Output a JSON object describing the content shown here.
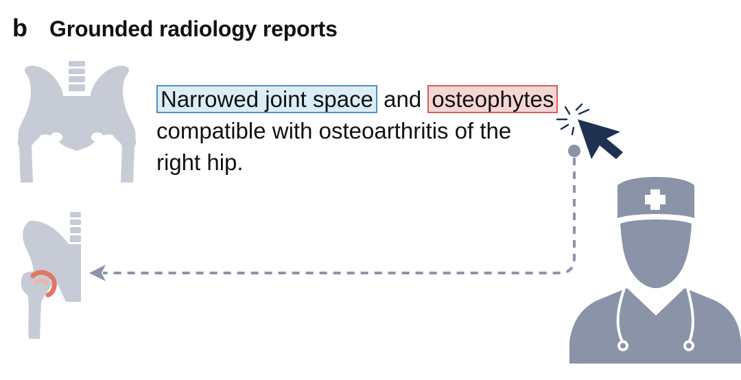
{
  "panel": {
    "letter": "b",
    "title": "Grounded radiology reports"
  },
  "report": {
    "phrase_1": "Narrowed joint space",
    "connector": "and",
    "phrase_2": "osteophytes",
    "line_2": "compatible with osteoarthritis of the",
    "line_3": "right hip."
  },
  "colors": {
    "anatomy_gray": "#c7cbd6",
    "clinician_slate": "#8a93a8",
    "cursor_navy": "#1f3150",
    "highlight_blue_fill": "#dbeef7",
    "highlight_blue_border": "#4d8fc6",
    "highlight_red_fill": "#f6d6d4",
    "highlight_red_border": "#d45d5d",
    "lesion_red": "#e07762"
  },
  "icons": {
    "pelvis": "pelvis-xray-icon",
    "hip": "hip-joint-zoom-icon",
    "cursor": "mouse-cursor-icon",
    "clinician": "doctor-icon"
  }
}
